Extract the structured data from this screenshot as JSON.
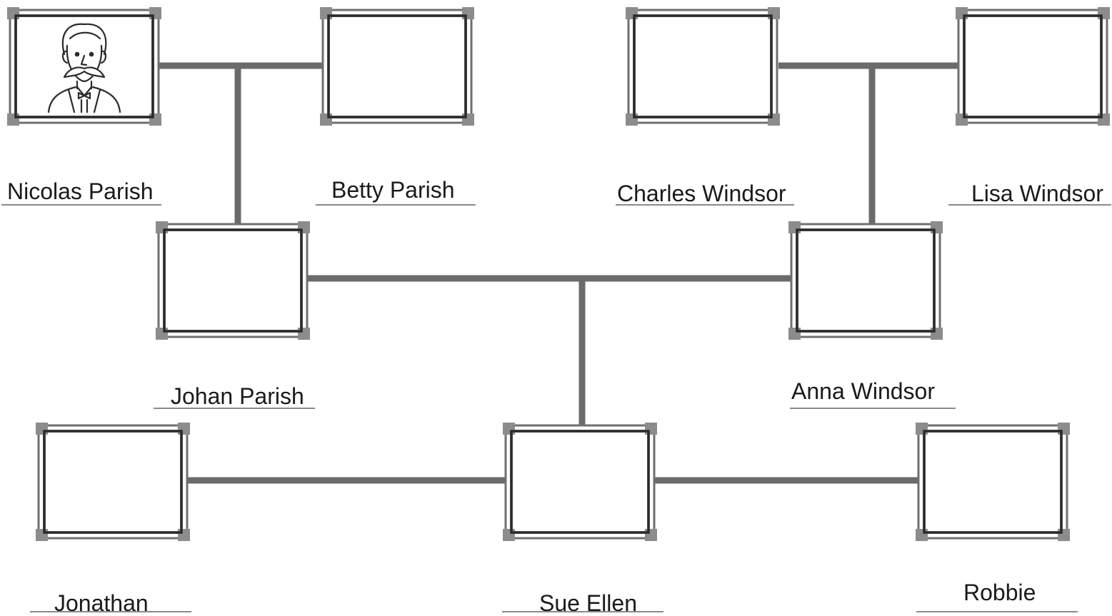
{
  "colors": {
    "connector": "#6b6b6b",
    "frame_outer": "#6f6f6f",
    "frame_inner": "#2b2b2b",
    "corner": "#8c8c8c",
    "underline": "#8a8a8a"
  },
  "people": [
    {
      "id": "nicolas",
      "name": "Nicolas Parish",
      "has_portrait": true
    },
    {
      "id": "betty",
      "name": "Betty Parish"
    },
    {
      "id": "charles",
      "name": "Charles Windsor"
    },
    {
      "id": "lisa",
      "name": "Lisa Windsor"
    },
    {
      "id": "johan",
      "name": "Johan Parish"
    },
    {
      "id": "anna",
      "name": "Anna Windsor"
    },
    {
      "id": "jonathan",
      "name": "Jonathan"
    },
    {
      "id": "sue",
      "name": "Sue Ellen"
    },
    {
      "id": "robbie",
      "name": "Robbie"
    }
  ],
  "relations": [
    {
      "type": "couple",
      "partners": [
        "nicolas",
        "betty"
      ],
      "children": [
        "johan"
      ]
    },
    {
      "type": "couple",
      "partners": [
        "charles",
        "lisa"
      ],
      "children": [
        "anna"
      ]
    },
    {
      "type": "couple",
      "partners": [
        "johan",
        "anna"
      ],
      "children": [
        "sue"
      ]
    },
    {
      "type": "link",
      "between": [
        "jonathan",
        "sue"
      ]
    },
    {
      "type": "link",
      "between": [
        "sue",
        "robbie"
      ]
    }
  ]
}
